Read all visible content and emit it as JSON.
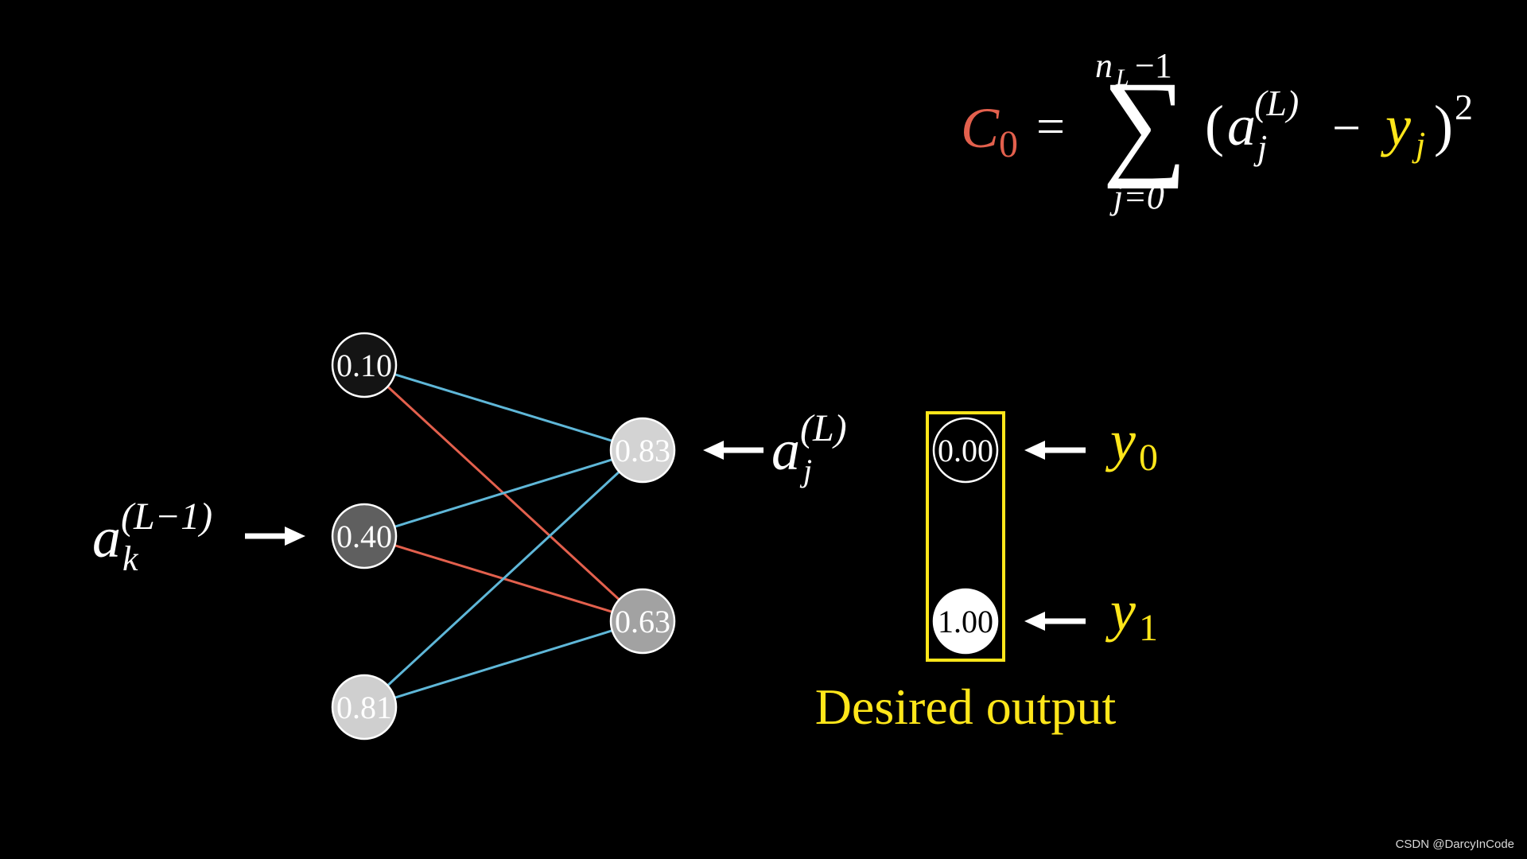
{
  "formula": {
    "cost_symbol": "C",
    "cost_subscript": "0",
    "equals": "=",
    "sum_symbol": "∑",
    "sum_upper": "n",
    "sum_upper_sub": "L",
    "sum_upper_rest": "−1",
    "sum_lower": "j=0",
    "open_paren": "(",
    "activation_base": "a",
    "activation_sup": "(L)",
    "activation_sub": "j",
    "minus": "−",
    "target_base": "y",
    "target_sub": "j",
    "close_paren": ")",
    "exponent": "2"
  },
  "network": {
    "input_layer": [
      {
        "value": "0.10",
        "shade": "#141414"
      },
      {
        "value": "0.40",
        "shade": "#5f5f5f"
      },
      {
        "value": "0.81",
        "shade": "#cfcfcf"
      }
    ],
    "output_layer": [
      {
        "value": "0.83",
        "shade": "#d3d3d3"
      },
      {
        "value": "0.63",
        "shade": "#a2a2a2"
      }
    ],
    "connections": [
      {
        "from": 0,
        "to": 0,
        "color": "#5fb7d8"
      },
      {
        "from": 0,
        "to": 1,
        "color": "#e3604d"
      },
      {
        "from": 1,
        "to": 0,
        "color": "#5fb7d8"
      },
      {
        "from": 1,
        "to": 1,
        "color": "#e3604d"
      },
      {
        "from": 2,
        "to": 0,
        "color": "#5fb7d8"
      },
      {
        "from": 2,
        "to": 1,
        "color": "#5fb7d8"
      }
    ],
    "input_label": {
      "base": "a",
      "sup": "(L−1)",
      "sub": "k"
    },
    "output_label": {
      "base": "a",
      "sup": "(L)",
      "sub": "j"
    }
  },
  "desired": {
    "values": [
      {
        "value": "0.00",
        "shade": "#000000"
      },
      {
        "value": "1.00",
        "shade": "#ffffff"
      }
    ],
    "labels": [
      {
        "base": "y",
        "sub": "0"
      },
      {
        "base": "y",
        "sub": "1"
      }
    ],
    "caption": "Desired output"
  },
  "colors": {
    "cost": "#e3604d",
    "target": "#ffe61a",
    "positive_weight": "#5fb7d8",
    "negative_weight": "#e3604d",
    "text": "#ffffff"
  },
  "watermark": "CSDN @DarcyInCode"
}
